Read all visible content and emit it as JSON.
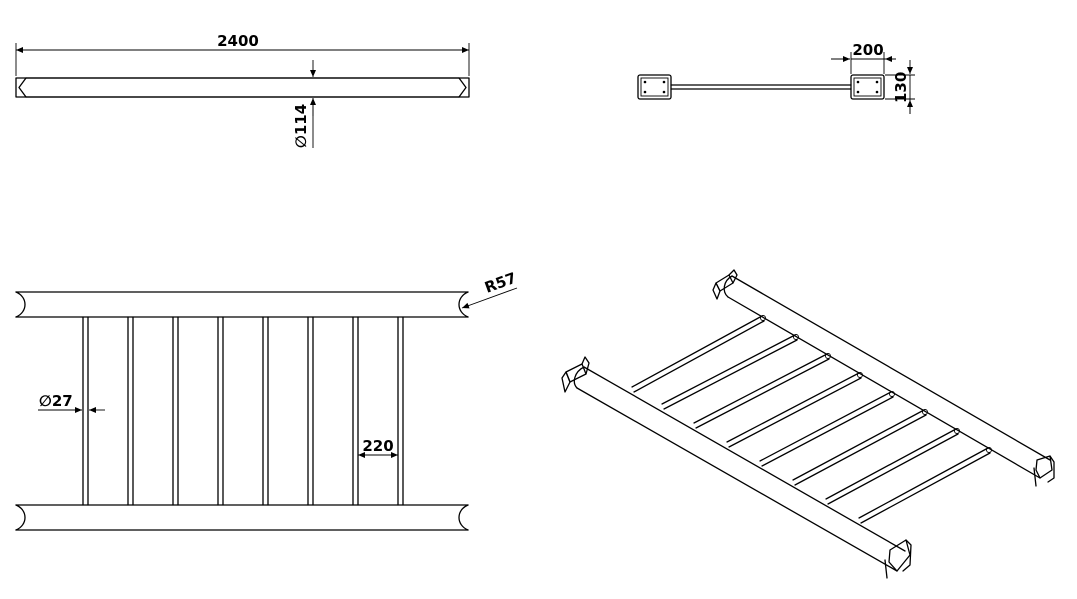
{
  "dimensions": {
    "overall_length": "2400",
    "tube_diameter": "∅114",
    "bracket_width": "200",
    "bracket_height": "130",
    "end_radius": "R57",
    "rung_diameter": "∅27",
    "rung_spacing": "220"
  },
  "colors": {
    "line": "#000000",
    "background": "#ffffff"
  }
}
